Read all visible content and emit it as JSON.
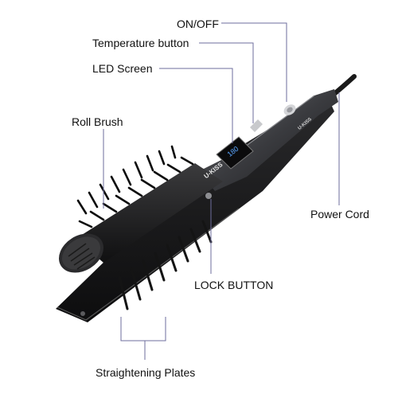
{
  "labels": {
    "on_off": "ON/OFF",
    "temperature_button": "Temperature button",
    "led_screen": "LED Screen",
    "roll_brush": "Roll Brush",
    "power_cord": "Power Cord",
    "lock_button": "LOCK BUTTON",
    "straightening_plates": "Straightening Plates"
  },
  "product": {
    "brand_text": "U-KISS",
    "led_text": "180"
  },
  "colors": {
    "leader_line": "#6e6e9e",
    "body_dark": "#1c1c1e",
    "body_metal": "#4a4b4f",
    "led_blue": "#5aa6ff",
    "background": "#ffffff"
  }
}
